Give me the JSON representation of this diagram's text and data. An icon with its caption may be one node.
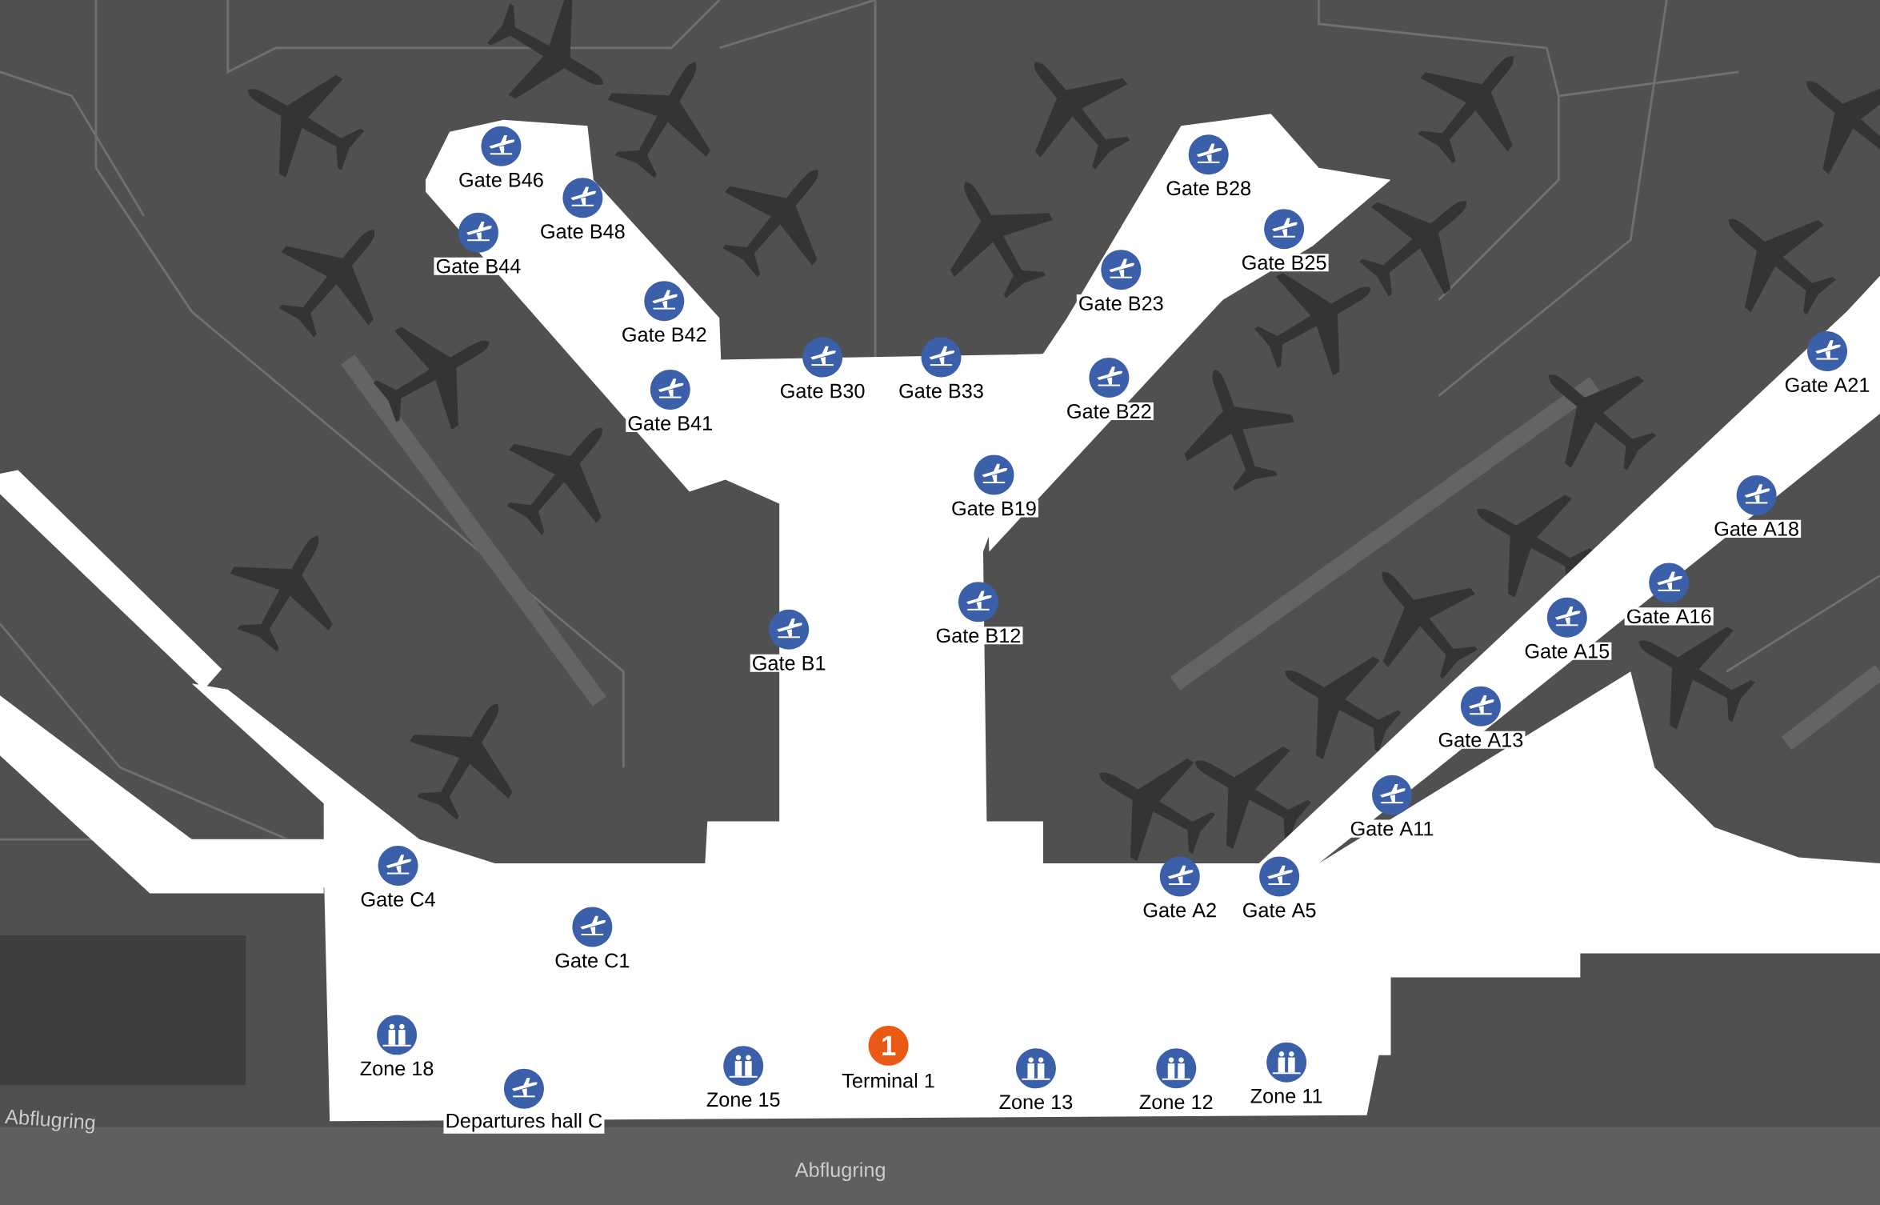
{
  "diagram": {
    "labels": [
      "Gate B46",
      "Gate B28",
      "Gate B48",
      "Gate B25",
      "Gate B44",
      "Gate B23",
      "Gate B42",
      "Gate A21",
      "Gate B30",
      "Gate B33",
      "Gate B22",
      "Gate B41",
      "Gate B19",
      "Gate A18",
      "Gate A16",
      "Gate B12",
      "Gate A15",
      "Gate B1",
      "Gate A13",
      "Gate A11",
      "Gate C4",
      "Gate A2",
      "Gate A5",
      "Gate C1",
      "1",
      "Zone 18",
      "Terminal 1",
      "Zone 11",
      "Zone 15",
      "Zone 13",
      "Zone 12",
      "Departures hall C",
      "Abflugring",
      "Abflugring"
    ]
  }
}
